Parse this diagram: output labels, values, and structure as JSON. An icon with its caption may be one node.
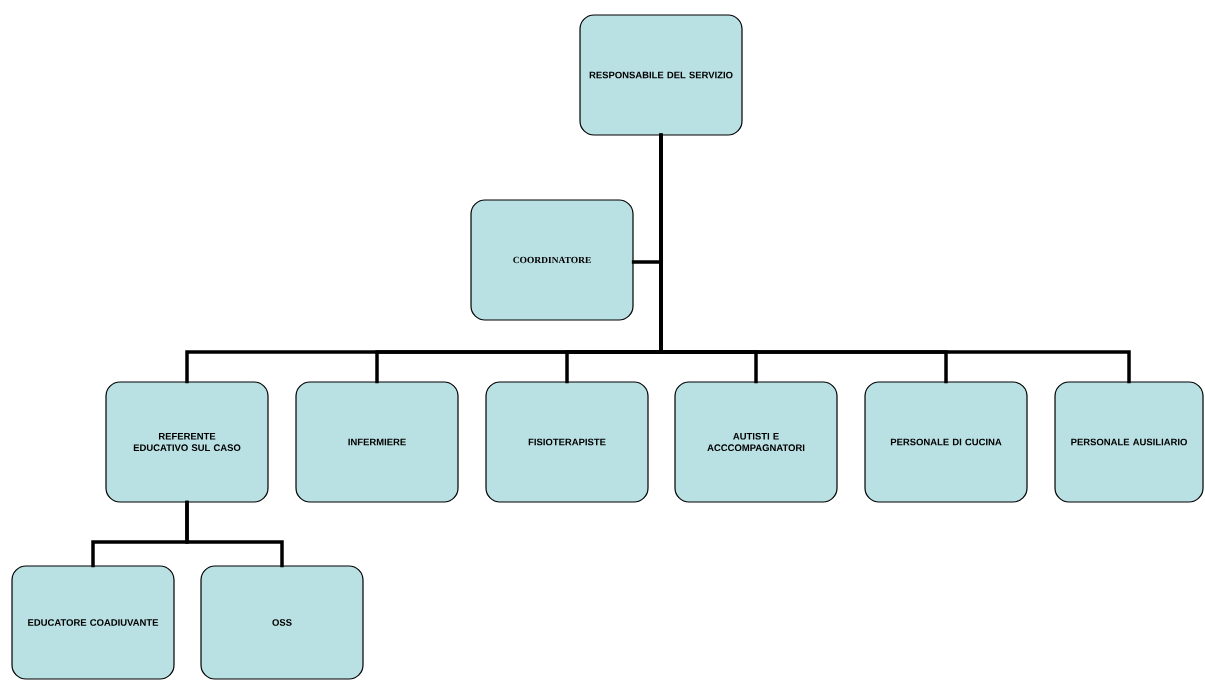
{
  "diagram": {
    "nodes": [
      {
        "text": [
          "RESPONSABILE DEL SERVIZIO"
        ]
      },
      {
        "text": [
          "COORDINATORE"
        ]
      },
      {
        "text": [
          "REFERENTE EDUCATIVO SUL CASO"
        ]
      },
      {
        "text": [
          "INFERMIERE"
        ]
      },
      {
        "text": [
          "FISIOTERAPISTE"
        ]
      },
      {
        "text": [
          "AUTISTI E ACCCOMPAGNATORI"
        ]
      },
      {
        "text": [
          "PERSONALE DI CUCINA"
        ]
      },
      {
        "text": [
          "PERSONALE AUSILIARIO"
        ]
      },
      {
        "text": [
          "EDUCATORE COADIUVANTE"
        ]
      },
      {
        "text": [
          "OSS"
        ]
      }
    ],
    "edges": [
      {
        "from": 0,
        "to": 1,
        "arrow": "none"
      },
      {
        "from": 0,
        "to": 2,
        "arrow": "none"
      },
      {
        "from": 0,
        "to": 3,
        "arrow": "none"
      },
      {
        "from": 0,
        "to": 4,
        "arrow": "none"
      },
      {
        "from": 0,
        "to": 5,
        "arrow": "none"
      },
      {
        "from": 0,
        "to": 6,
        "arrow": "none"
      },
      {
        "from": 0,
        "to": 7,
        "arrow": "none"
      },
      {
        "from": 2,
        "to": 8,
        "arrow": "none"
      },
      {
        "from": 2,
        "to": 9,
        "arrow": "none"
      }
    ]
  }
}
